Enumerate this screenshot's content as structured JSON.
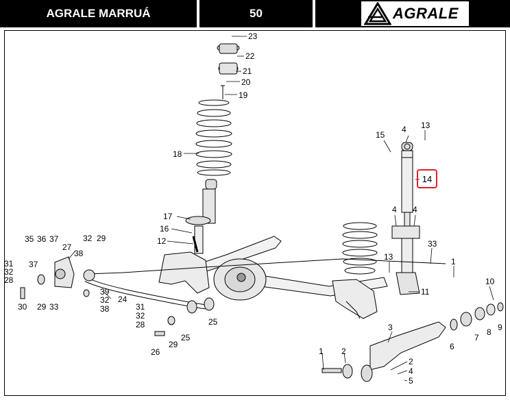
{
  "header": {
    "model": "AGRALE MARRUÁ",
    "page": "50",
    "brand": "AGRALE"
  },
  "highlight": {
    "label": "14",
    "color": "#e0202a"
  },
  "labels": {
    "p23": "23",
    "p22": "22",
    "p21": "21",
    "p20": "20",
    "p19": "19",
    "p18": "18",
    "p17": "17",
    "p16": "16",
    "p12": "12",
    "p35": "35",
    "p36": "36",
    "p37a": "37",
    "p27": "27",
    "p32a": "32",
    "p29a": "29",
    "p38a": "38",
    "p31a": "31",
    "p37b": "37",
    "p32b": "32",
    "p28a": "28",
    "p30": "30",
    "p29b": "29",
    "p33a": "33",
    "p39": "39",
    "p32c": "32",
    "p38b": "38",
    "p24": "24",
    "p31b": "31",
    "p32d": "32",
    "p28b": "28",
    "p25a": "25",
    "p29c": "29",
    "p25b": "25",
    "p26": "26",
    "p4a": "4",
    "p13a": "13",
    "p15": "15",
    "p4b": "4",
    "p4c": "4",
    "p33b": "33",
    "p13b": "13",
    "p1a": "1",
    "p11": "11",
    "p10": "10",
    "p3": "3",
    "p6": "6",
    "p7": "7",
    "p8": "8",
    "p9": "9",
    "p1b": "1",
    "p2a": "2",
    "p2b": "2",
    "p4d": "4",
    "p5": "5"
  }
}
